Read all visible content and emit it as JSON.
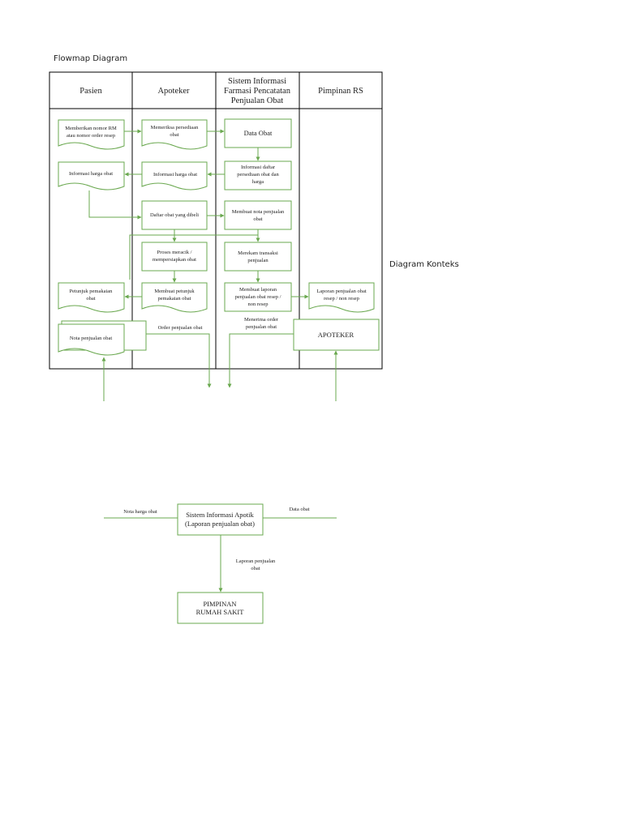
{
  "headings": {
    "flowmap": "Flowmap Diagram",
    "context": "Diagram Konteks"
  },
  "lanes": {
    "pasien": "Pasien",
    "apoteker": "Apoteker",
    "sistem_line1": "Sistem Informasi",
    "sistem_line2": "Farmasi Pencatatan",
    "sistem_line3": "Penjualan Obat",
    "pimpinan": "Pimpinan RS"
  },
  "nodes": {
    "memberikan_1": "Memberikan nomor RM",
    "memberikan_2": "atau nomor order resep",
    "memeriksa_1": "Memeriksa persediaan",
    "memeriksa_2": "obat",
    "data_obat": "Data Obat",
    "info_harga_pasien": "Informasi harga obat",
    "info_harga_apoteker": "Informasi harga obat",
    "info_daftar_1": "Informasi daftar",
    "info_daftar_2": "persediaan obat dan",
    "info_daftar_3": "harga",
    "daftar_obat": "Daftar obat yang dibeli",
    "membuat_nota_1": "Membuat nota penjualan",
    "membuat_nota_2": "obat",
    "proses_1": "Proses meracik /",
    "proses_2": "mempersiapkan obat",
    "merekam_1": "Merekam transaksi",
    "merekam_2": "penjualan",
    "petunjuk_1": "Petunjuk pemakaian",
    "petunjuk_2": "obat",
    "membuat_petunjuk_1": "Membuat petunjuk",
    "membuat_petunjuk_2": "pemakaian obat",
    "membuat_laporan_1": "Membuat laporan",
    "membuat_laporan_2": "penjualan obat resep /",
    "membuat_laporan_3": "non resep",
    "laporan_1": "Laporan penjualan obat",
    "laporan_2": "resep / non resep",
    "nota_penjualan": "Nota penjualan obat",
    "order_penjualan": "Order penjualan obat",
    "menerima_1": "Menerima order",
    "menerima_2": "penjualan obat",
    "apoteker_box": "APOTEKER"
  },
  "context": {
    "system_1": "Sistem Informasi Apotik",
    "system_2": "(Laporan penjualan obat)",
    "nota_harga": "Nota harga obat",
    "data_obat": "Data obat",
    "laporan_1": "Laporan penjualan",
    "laporan_2": "obat",
    "pimpinan_1": "PIMPINAN",
    "pimpinan_2": "RUMAH SAKIT"
  },
  "colors": {
    "shape_stroke": "#6aa84f",
    "grid": "#000000"
  }
}
